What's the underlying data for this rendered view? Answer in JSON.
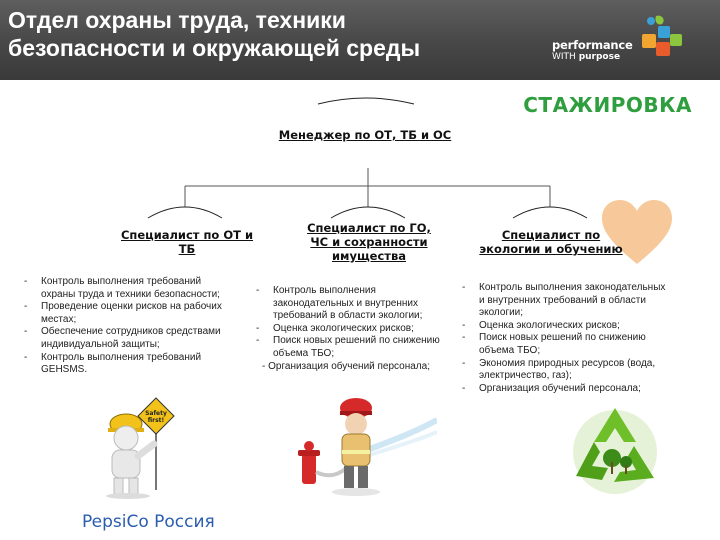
{
  "header": {
    "title": "Отдел охраны труда, техники\nбезопасности и окружающей среды",
    "logo_line1": "performance",
    "logo_line2_prefix": "WITH",
    "logo_line2_word": "purpose"
  },
  "badge": "СТАЖИРОВКА",
  "org": {
    "manager": "Менеджер по ОТ, ТБ и ОС",
    "specialists": [
      "Специалист по ОТ и ТБ",
      "Специалист по ГО, ЧС и сохранности имущества",
      "Специалист по экологии и обучению"
    ]
  },
  "lists": {
    "col1": [
      "Контроль выполнения требований охраны труда и техники безопасности;",
      "Проведение оценки рисков на рабочих местах;",
      "Обеспечение сотрудников средствами индивидуальной защиты;",
      "Контроль выполнения требований GEHSMS."
    ],
    "col2": [
      "Контроль выполнения законодательных и внутренних требований в области экологии;",
      "Оценка экологических рисков;",
      "Поиск новых решений по снижению объема ТБО;"
    ],
    "col2_extra": "- Организация обучений персонала;",
    "col3": [
      "Контроль выполнения законодательных и внутренних требований в области экологии;",
      "Оценка экологических рисков;",
      "Поиск новых решений по снижению объема ТБО;",
      "Экономия природных ресурсов (вода, электричество, газ);",
      "Организация обучений персонала;"
    ]
  },
  "illustrations": {
    "worker_sign": "Safety first!"
  },
  "footer": "PepsiCo Россия",
  "colors": {
    "header_bg": "#474747",
    "accent_green": "#2f9e3e",
    "brand_blue": "#2a5db0",
    "heart": "#f7c99a"
  }
}
